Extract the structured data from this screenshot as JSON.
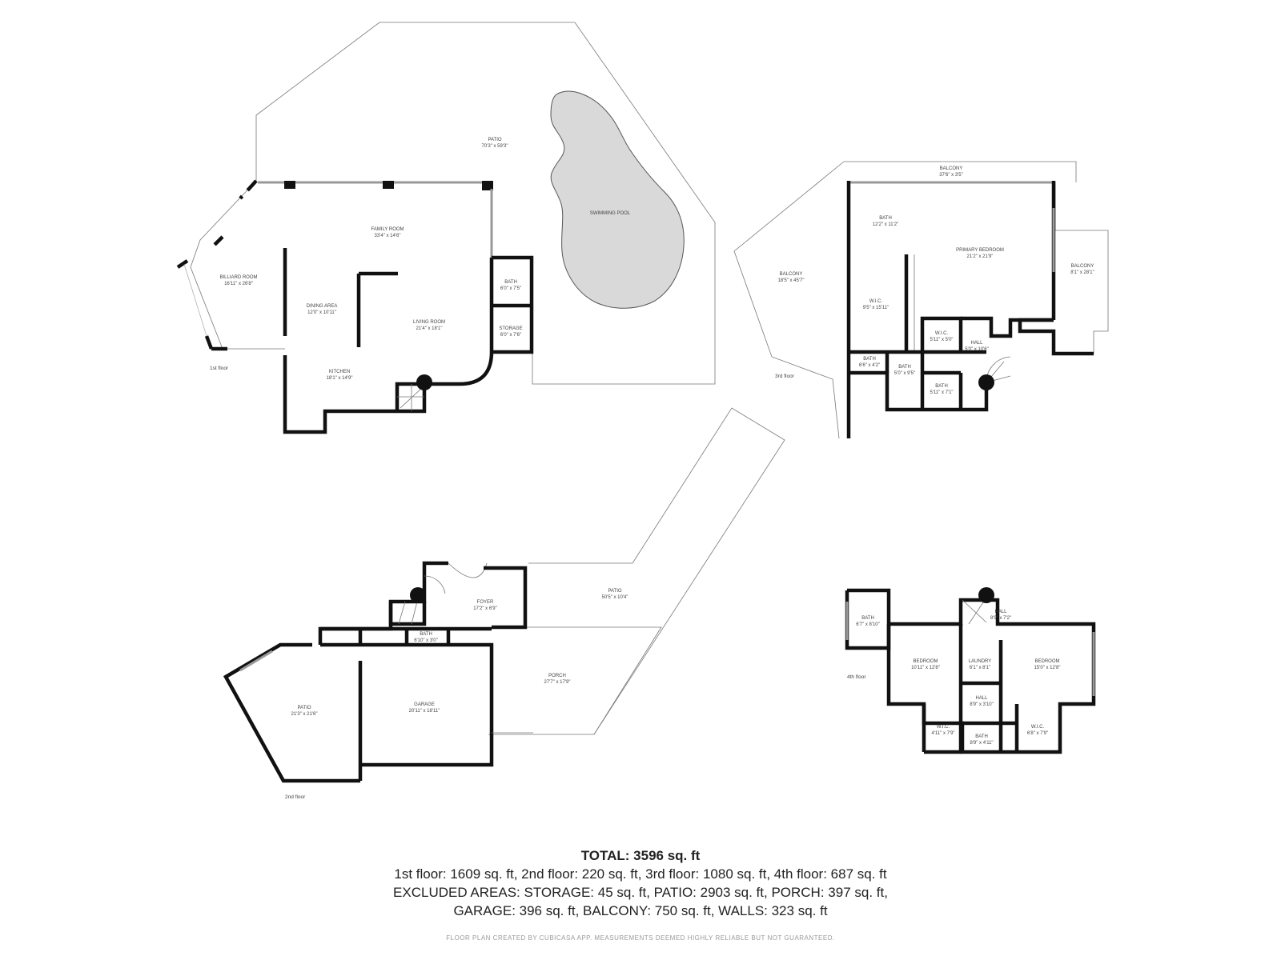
{
  "floors": {
    "first": {
      "label": "1st floor",
      "rooms": {
        "patio": {
          "name": "PATIO",
          "dim": "70'3\" x 59'3\""
        },
        "pool": {
          "name": "SWIMMING POOL"
        },
        "family": {
          "name": "FAMILY ROOM",
          "dim": "33'4\" x 14'6\""
        },
        "billiard": {
          "name": "BILLIARD ROOM",
          "dim": "16'11\" x 26'8\""
        },
        "dining": {
          "name": "DINING AREA",
          "dim": "12'0\" x 10'11\""
        },
        "living": {
          "name": "LIVING ROOM",
          "dim": "21'4\" x 18'1\""
        },
        "kitchen": {
          "name": "KITCHEN",
          "dim": "18'1\" x 14'9\""
        },
        "bath": {
          "name": "BATH",
          "dim": "6'0\" x 7'5\""
        },
        "storage": {
          "name": "STORAGE",
          "dim": "6'0\" x 7'6\""
        }
      }
    },
    "second": {
      "label": "2nd floor",
      "rooms": {
        "foyer": {
          "name": "FOYER",
          "dim": "17'2\" x 6'9\""
        },
        "patio_top": {
          "name": "PATIO",
          "dim": "50'5\" x 10'4\""
        },
        "bath": {
          "name": "BATH",
          "dim": "6'10\" x 3'0\""
        },
        "porch": {
          "name": "PORCH",
          "dim": "27'7\" x 17'9\""
        },
        "patio_left": {
          "name": "PATIO",
          "dim": "21'3\" x 21'6\""
        },
        "garage": {
          "name": "GARAGE",
          "dim": "20'11\" x 18'11\""
        }
      }
    },
    "third": {
      "label": "3rd floor",
      "rooms": {
        "balcony_top": {
          "name": "BALCONY",
          "dim": "37'6\" x 3'5\""
        },
        "bath_top": {
          "name": "BATH",
          "dim": "12'2\" x 11'2\""
        },
        "primary": {
          "name": "PRIMARY BEDROOM",
          "dim": "21'2\" x 21'9\""
        },
        "balcony_left": {
          "name": "BALCONY",
          "dim": "18'5\" x 45'7\""
        },
        "balcony_right": {
          "name": "BALCONY",
          "dim": "8'1\" x 28'1\""
        },
        "wic_big": {
          "name": "W.I.C.",
          "dim": "9'5\" x 15'11\""
        },
        "wic_small": {
          "name": "W.I.C.",
          "dim": "5'11\" x 5'0\""
        },
        "hall": {
          "name": "HALL",
          "dim": "5'0\" x 10'6\""
        },
        "bath_a": {
          "name": "BATH",
          "dim": "6'6\" x 4'2\""
        },
        "bath_b": {
          "name": "BATH",
          "dim": "5'0\" x 9'5\""
        },
        "bath_c": {
          "name": "BATH",
          "dim": "5'11\" x 7'1\""
        }
      }
    },
    "fourth": {
      "label": "4th floor",
      "rooms": {
        "bath_top": {
          "name": "BATH",
          "dim": "6'7\" x 8'10\""
        },
        "hall_top": {
          "name": "HALL",
          "dim": "8'9\" x 7'2\""
        },
        "bedroom_left": {
          "name": "BEDROOM",
          "dim": "10'11\" x 12'8\""
        },
        "laundry": {
          "name": "LAUNDRY",
          "dim": "6'1\" x 8'1\""
        },
        "bedroom_right": {
          "name": "BEDROOM",
          "dim": "15'0\" x 12'8\""
        },
        "hall_mid": {
          "name": "HALL",
          "dim": "8'9\" x 3'10\""
        },
        "wic_left": {
          "name": "W.I.C.",
          "dim": "4'11\" x 7'9\""
        },
        "wic_right": {
          "name": "W.I.C.",
          "dim": "6'8\" x 7'9\""
        },
        "bath_bottom": {
          "name": "BATH",
          "dim": "8'9\" x 4'11\""
        }
      }
    }
  },
  "summary": {
    "total": "TOTAL: 3596 sq. ft",
    "line1": "1st floor: 1609 sq. ft, 2nd floor: 220 sq. ft, 3rd floor: 1080 sq. ft, 4th floor: 687 sq. ft",
    "line2": "EXCLUDED AREAS: STORAGE: 45 sq. ft, PATIO: 2903 sq. ft, PORCH: 397 sq. ft,",
    "line3": "GARAGE: 396 sq. ft, BALCONY: 750 sq. ft, WALLS: 323 sq. ft"
  },
  "footer": "FLOOR PLAN CREATED BY CUBICASA APP. MEASUREMENTS DEEMED HIGHLY RELIABLE BUT NOT GUARANTEED.",
  "colors": {
    "wall": "#111111",
    "pool": "#d9d9d9",
    "outline": "#777777"
  }
}
